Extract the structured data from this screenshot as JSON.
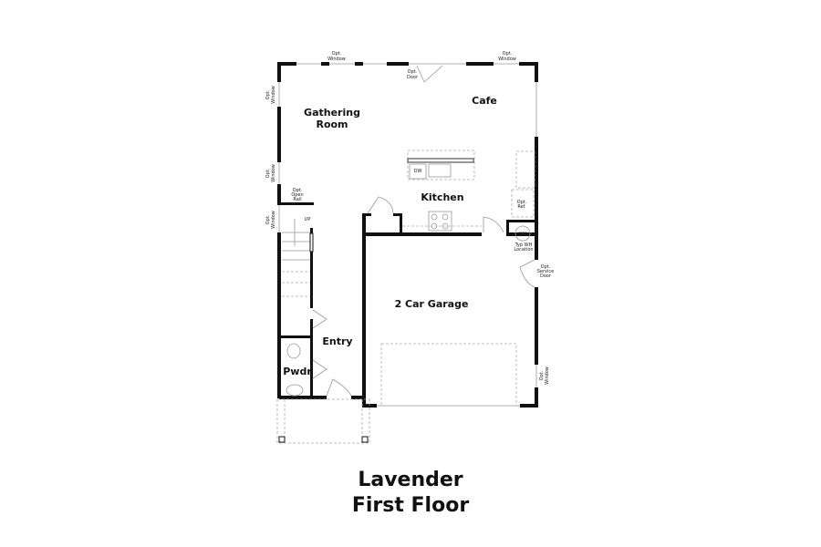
{
  "plan": {
    "rooms": {
      "gathering_room_line1": "Gathering",
      "gathering_room_line2": "Room",
      "cafe": "Cafe",
      "kitchen": "Kitchen",
      "garage": "2 Car Garage",
      "entry": "Entry",
      "powder": "Pwdr"
    },
    "notes": {
      "opt": "Opt.",
      "window": "Window",
      "door": "Door",
      "open": "Open",
      "rail": "Rail",
      "ref": "Ref.",
      "service": "Service",
      "wh": "WH",
      "typ_wh": "Typ WH",
      "location": "Location",
      "up": "UP",
      "dw": "DW"
    }
  },
  "title": {
    "line1": "Lavender",
    "line2": "First Floor"
  }
}
